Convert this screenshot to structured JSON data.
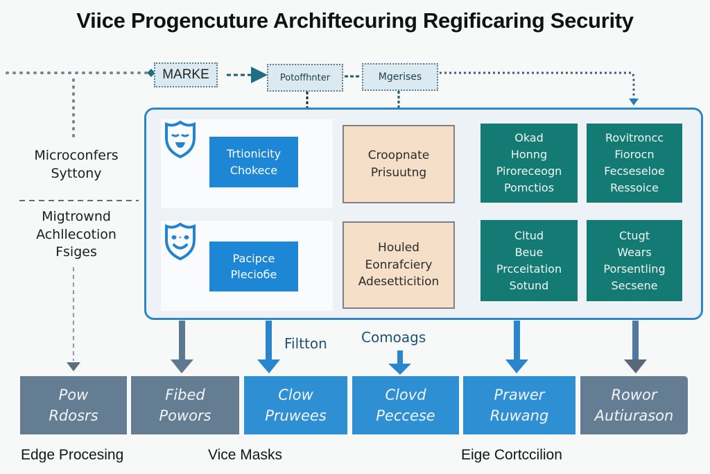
{
  "title": "Viice Progencuture Archiftecuring Regificaring Security",
  "top_flow": {
    "boxes": [
      {
        "id": "marke",
        "label": "MARKE"
      },
      {
        "id": "potofthnter",
        "label": "Potoffhnter"
      },
      {
        "id": "mgerises",
        "label": "Mgerises"
      }
    ]
  },
  "left_labels": {
    "upper": "Microconfers\nSyttony",
    "lower": "Migtrownd\nAchllecotion\nFsiges"
  },
  "main_panel": {
    "rows": [
      {
        "icon": "shield-face-icon",
        "blue_card": "Trtionicity\nChokece",
        "peach_card": "Croopnate\nPrisuutng",
        "teal_cards": [
          "Okad\nHonng\nPiroreceogn\nPomctios",
          "Rovitroncc\nFiorocn\nFecseseloe\nRessoice"
        ]
      },
      {
        "icon": "smiling-shield-face-icon",
        "blue_card": "Pacipce\nPlecioбe",
        "peach_card": "Houled\nEonrafciery\nAdesetticition",
        "teal_cards": [
          "Cltud\nBeue\nPrcceitation\nSotund",
          "Ctugt\nWears\nPorsentling\nSecsene"
        ]
      }
    ]
  },
  "flow_labels": {
    "filtton": "Filtton",
    "comoags": "Comoags"
  },
  "bottom_cards": [
    {
      "label": "Pow\nRdosrs",
      "style": "gray"
    },
    {
      "label": "Fibed\nPowors",
      "style": "gray"
    },
    {
      "label": "Clow\nPruwees",
      "style": "blue"
    },
    {
      "label": "Clovd\nPeccese",
      "style": "blue"
    },
    {
      "label": "Prawer\nRuwang",
      "style": "blue"
    },
    {
      "label": "Rowor\nAutiurason",
      "style": "gray"
    }
  ],
  "bottom_labels": {
    "edge_processing": "Edge Procesing",
    "vice_masks": "Vice Masks",
    "eige_cortccilion": "Eige Cortccilion"
  },
  "colors": {
    "panel_border": "#2d86c9",
    "blue_card": "#1d87d6",
    "peach_card": "#f6dfc9",
    "teal_card": "#137a74",
    "bottom_gray": "#657d93",
    "bottom_blue": "#2f8fd3",
    "dotted_connector": "#7a8590",
    "dashed_arrow": "#1f5a6e"
  }
}
